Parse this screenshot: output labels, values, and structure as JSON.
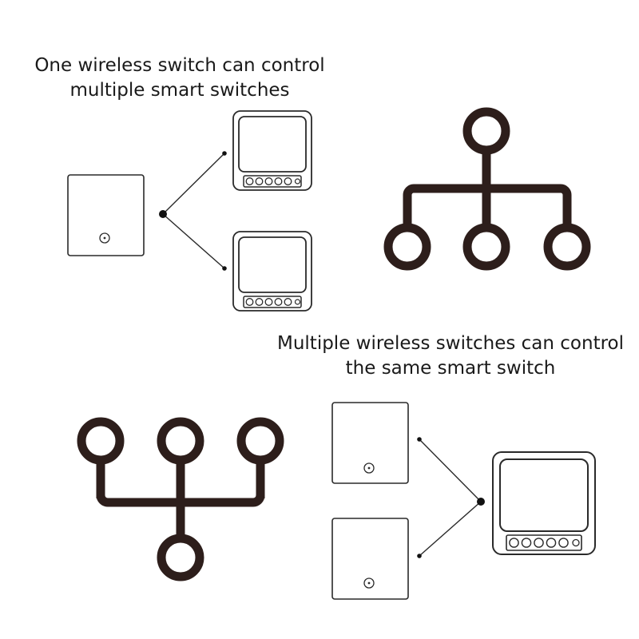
{
  "captions": {
    "one_to_many": {
      "line1": "One wireless switch can control",
      "line2": "multiple smart switches"
    },
    "many_to_one": {
      "line1": "Multiple wireless switches can control",
      "line2": "the same smart switch"
    }
  },
  "colors": {
    "stroke": "#2a2a2a",
    "tree_icon": "#2d1e1b",
    "background": "#ffffff"
  }
}
